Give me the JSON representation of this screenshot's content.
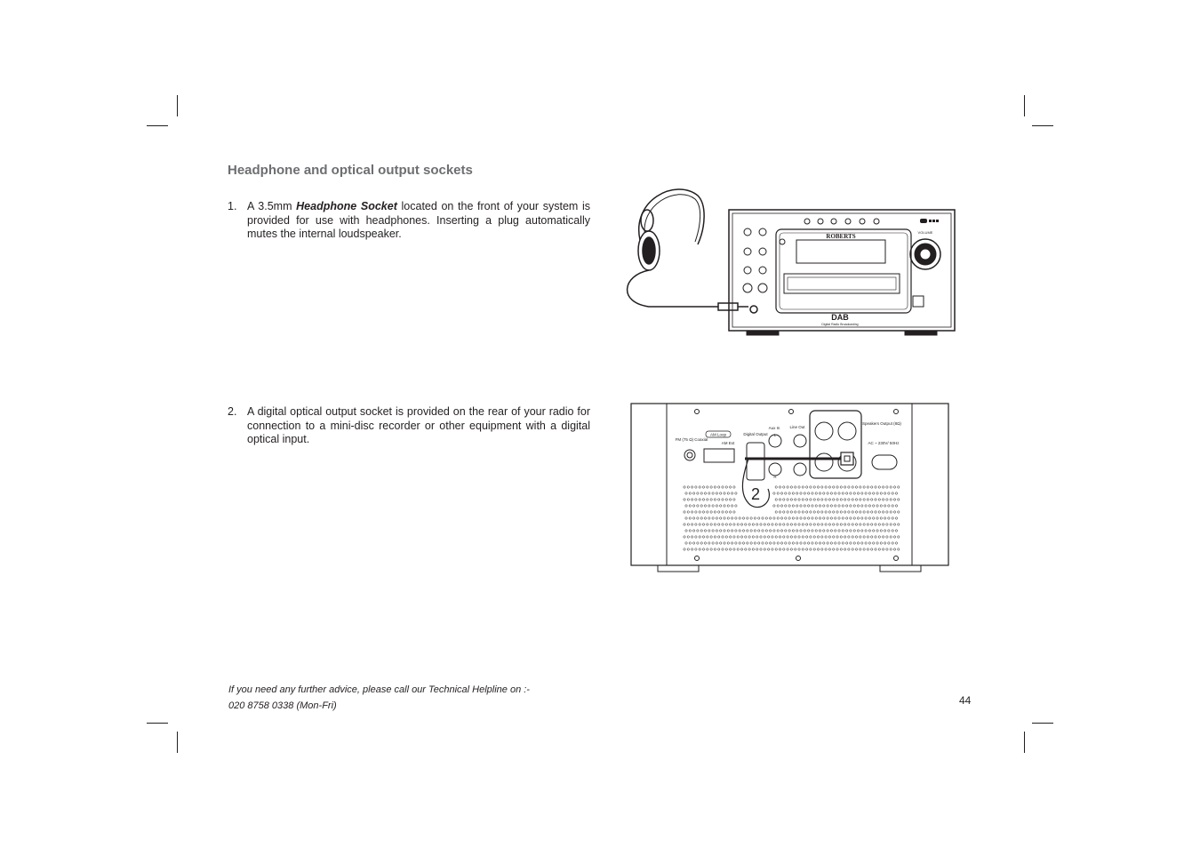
{
  "page": {
    "heading": "Headphone and optical output sockets",
    "page_number": "44"
  },
  "items": [
    {
      "number": "1.",
      "text_before": "A 3.5mm ",
      "bold": "Headphone Socket",
      "text_after": " located on the front of your system is provided for use with headphones. Inserting a plug automatically mutes the internal loudspeaker."
    },
    {
      "number": "2.",
      "text": "A digital optical output socket is provided on the rear of your radio for connection to a mini-disc recorder or other equipment with a digital optical input."
    }
  ],
  "footer": {
    "line1": "If you need any further advice, please call our Technical Helpline on :-",
    "line2": "020 8758 0338 (Mon-Fri)"
  },
  "front_illustration": {
    "brand": "ROBERTS",
    "volume_label": "VOLUME",
    "logo": "DAB",
    "logo_sub": "Digital Radio Broadcasting"
  },
  "rear_illustration": {
    "fm_label": "FM (75 Ω) Coaxial",
    "am_loop": "AM Loop",
    "am_ext": "AM Ext",
    "digital_output": "Digital Output",
    "aux_in": "Aux In",
    "line_out": "Line Out",
    "speakers_output": "Speakers Output (8Ω)",
    "ac": "AC ~ 230V/ 50Hz",
    "l": "L",
    "r": "R",
    "callout": "2"
  }
}
